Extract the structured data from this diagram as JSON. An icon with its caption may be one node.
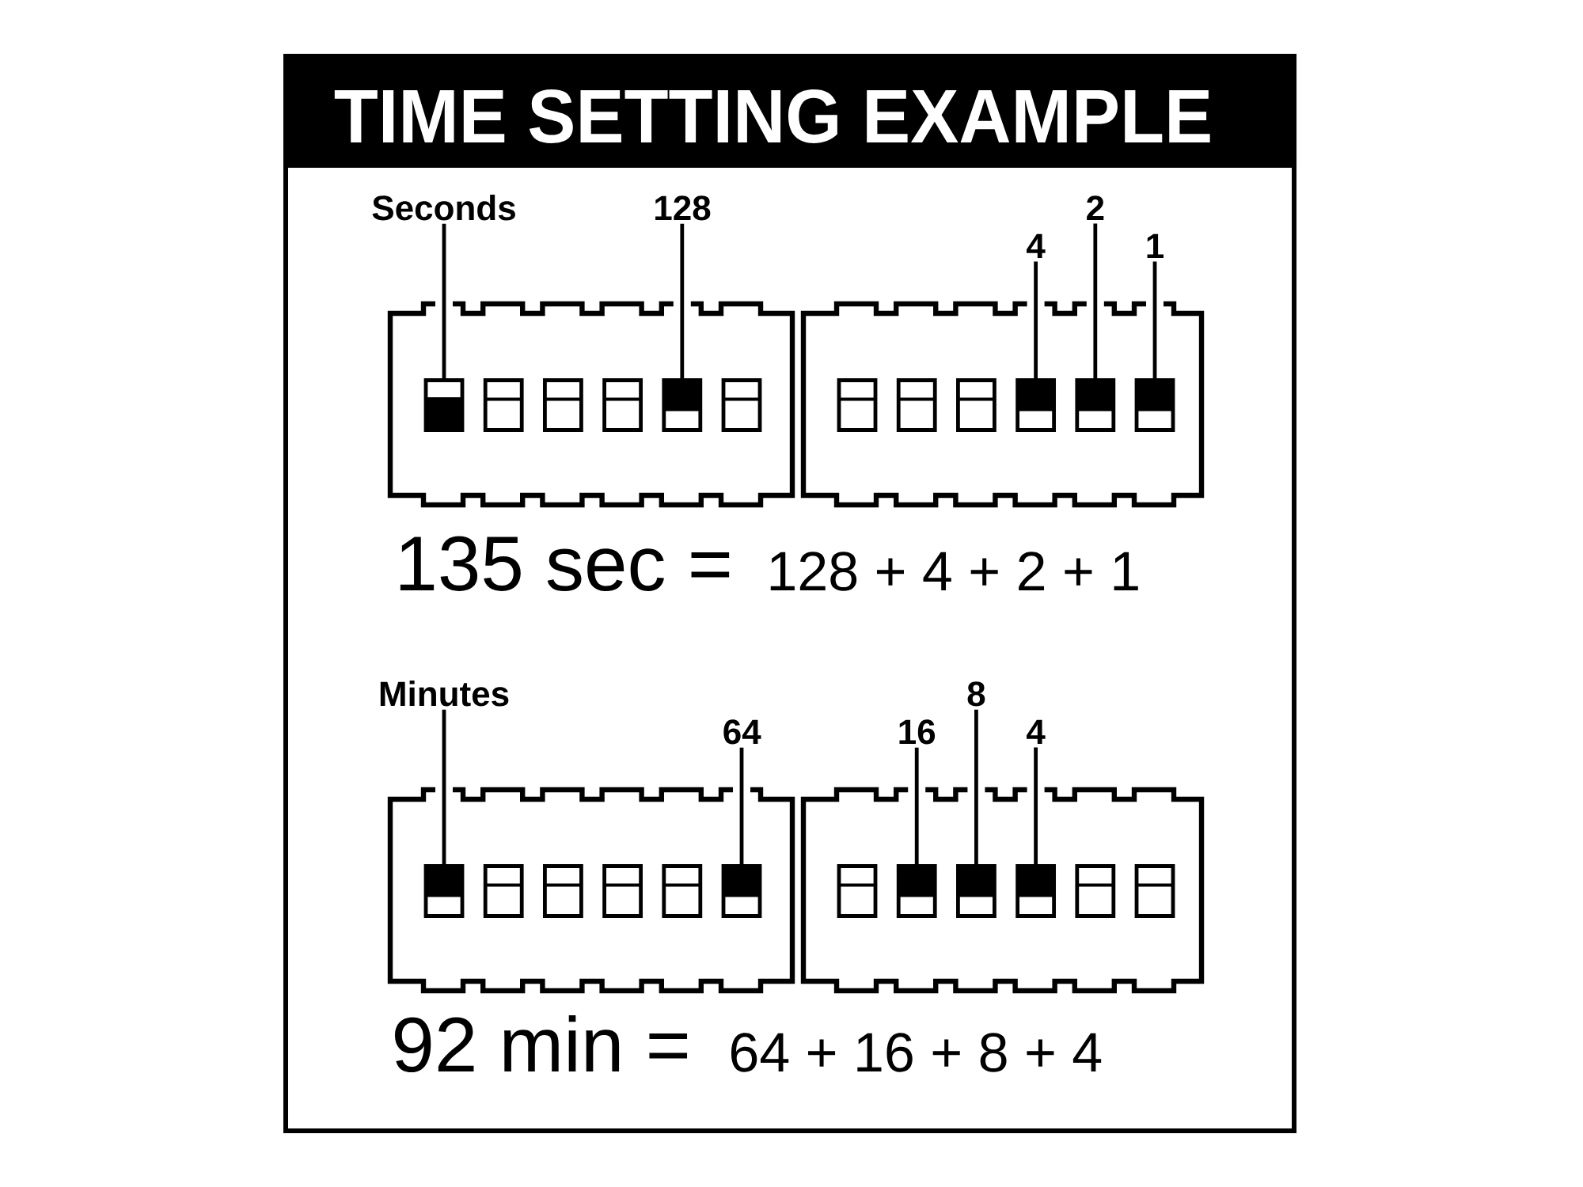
{
  "diagram": {
    "title": "TIME SETTING EXAMPLE",
    "nodes": [
      {
        "text": [
          "Seconds"
        ]
      },
      {
        "text": [
          "128"
        ]
      },
      {
        "text": [
          "2"
        ]
      },
      {
        "text": [
          "4"
        ]
      },
      {
        "text": [
          "1"
        ]
      },
      {
        "text": [],
        "shape": "box"
      },
      {
        "text": [],
        "shape": "switch-down",
        "in": 5
      },
      {
        "text": [],
        "shape": "switch",
        "in": 5
      },
      {
        "text": [],
        "shape": "switch",
        "in": 5
      },
      {
        "text": [],
        "shape": "switch",
        "in": 5
      },
      {
        "text": [],
        "shape": "switch-up",
        "in": 5
      },
      {
        "text": [],
        "shape": "switch",
        "in": 5
      },
      {
        "text": [],
        "shape": "box"
      },
      {
        "text": [],
        "shape": "switch",
        "in": 12
      },
      {
        "text": [],
        "shape": "switch",
        "in": 12
      },
      {
        "text": [],
        "shape": "switch",
        "in": 12
      },
      {
        "text": [],
        "shape": "switch-up",
        "in": 12
      },
      {
        "text": [],
        "shape": "switch-up",
        "in": 12
      },
      {
        "text": [],
        "shape": "switch-up",
        "in": 12
      },
      {
        "text": [
          "Minutes"
        ]
      },
      {
        "text": [
          "8"
        ]
      },
      {
        "text": [
          "64"
        ]
      },
      {
        "text": [
          "16"
        ]
      },
      {
        "text": [
          "4"
        ]
      },
      {
        "text": [],
        "shape": "box"
      },
      {
        "text": [],
        "shape": "switch-up",
        "in": 24
      },
      {
        "text": [],
        "shape": "switch",
        "in": 24
      },
      {
        "text": [],
        "shape": "switch",
        "in": 24
      },
      {
        "text": [],
        "shape": "switch",
        "in": 24
      },
      {
        "text": [],
        "shape": "switch",
        "in": 24
      },
      {
        "text": [],
        "shape": "switch-up",
        "in": 24
      },
      {
        "text": [],
        "shape": "box"
      },
      {
        "text": [],
        "shape": "switch",
        "in": 31
      },
      {
        "text": [],
        "shape": "switch-up",
        "in": 31
      },
      {
        "text": [],
        "shape": "switch-up",
        "in": 31
      },
      {
        "text": [],
        "shape": "switch-up",
        "in": 31
      },
      {
        "text": [],
        "shape": "switch",
        "in": 31
      },
      {
        "text": [],
        "shape": "switch",
        "in": 31
      }
    ],
    "edges": [
      {
        "from": 0,
        "to": 6,
        "arrow": "none"
      },
      {
        "from": 1,
        "to": 10,
        "arrow": "none"
      },
      {
        "from": 2,
        "to": 17,
        "arrow": "none"
      },
      {
        "from": 3,
        "to": 16,
        "arrow": "none"
      },
      {
        "from": 4,
        "to": 18,
        "arrow": "none"
      },
      {
        "from": 19,
        "to": 25,
        "arrow": "none"
      },
      {
        "from": 20,
        "to": 34,
        "arrow": "none"
      },
      {
        "from": 21,
        "to": 30,
        "arrow": "none"
      },
      {
        "from": 22,
        "to": 33,
        "arrow": "none"
      },
      {
        "from": 23,
        "to": 35,
        "arrow": "none"
      }
    ],
    "labels": [
      "135 sec =",
      "128 + 4 + 2 + 1",
      "92 min =",
      "64 + 16 + 8 + 4"
    ]
  }
}
